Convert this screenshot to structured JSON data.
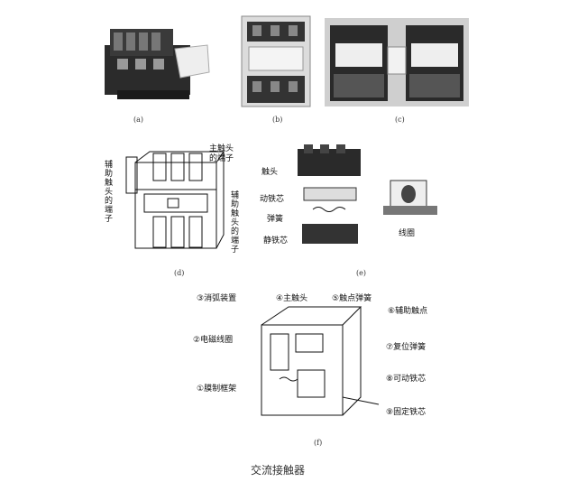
{
  "captions": {
    "a": "(a)",
    "b": "(b)",
    "c": "(c)",
    "d": "(d)",
    "e": "(e)",
    "f": "(f)"
  },
  "labels_d": {
    "main_terminal_line1": "主触头",
    "main_terminal_line2": "的端子",
    "aux_left": "辅助触头的端子",
    "aux_right": "辅助触头的端子"
  },
  "labels_e": {
    "contact": "触头",
    "moving_core": "动铁芯",
    "spring": "弹簧",
    "static_core": "静铁芯",
    "coil": "线圈"
  },
  "labels_f": {
    "arc": "③消弧装置",
    "main_contact": "④主触头",
    "contact_spring": "⑤触点弹簧",
    "aux_contact": "⑥辅助触点",
    "coil": "②电磁线圈",
    "reset_spring": "⑦复位弹簧",
    "frame": "①膜制框架",
    "movable_core": "⑧可动铁芯",
    "fixed_core": "⑨固定铁芯"
  },
  "figure_title": "交流接触器"
}
